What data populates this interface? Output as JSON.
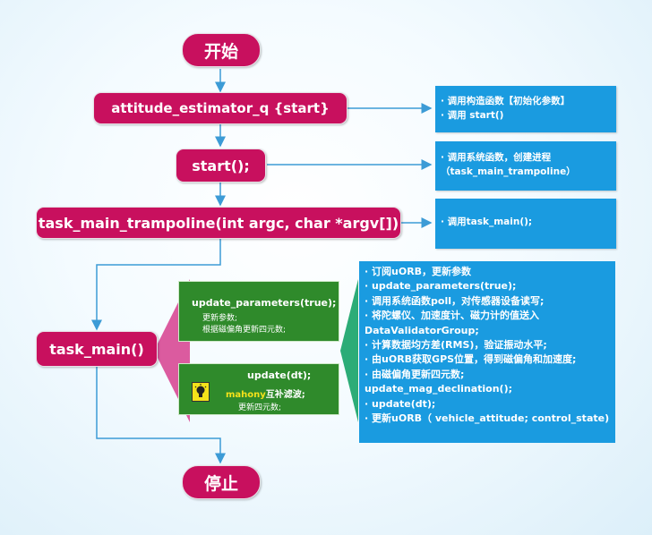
{
  "nodes": {
    "start": "开始",
    "attitude_estimator": "attitude_estimator_q {start}",
    "start_call": "start();",
    "task_main_trampoline": "task_main_trampoline(int argc, char *argv[])",
    "task_main": "task_main()",
    "stop": "停止"
  },
  "notes": {
    "n1": [
      "· 调用构造函数【初始化参数】",
      "· 调用 start()"
    ],
    "n2": [
      "· 调用系统函数，创建进程",
      "（task_main_trampoline）"
    ],
    "n3": [
      "· 调用task_main();"
    ]
  },
  "green_boxes": {
    "update_params": {
      "title": "update_parameters(true);",
      "lines": [
        "更新参数;",
        "根据磁偏角更新四元数;"
      ]
    },
    "update_dt": {
      "title": "update(dt);",
      "highlight": "mahony",
      "highlight_rest": "互补滤波;",
      "line": "更新四元数;"
    }
  },
  "task_details": [
    "· 订阅uORB，更新参数",
    "· update_parameters(true);",
    "· 调用系统函数poll，对传感器设备读写;",
    "· 将陀螺仪、加速度计、磁力计的值送入",
    "   DataValidatorGroup;",
    "· 计算数据均方差(RMS)，验证振动水平;",
    "· 由uORB获取GPS位置，得到磁偏角和加速度;",
    "· 由磁偏角更新四元数;",
    "   update_mag_declination();",
    "· update(dt);",
    "· 更新uORB（ vehicle_attitude; control_state)"
  ],
  "colors": {
    "node": "#c8105e",
    "note": "#1a9be0",
    "green": "#2f8a2b",
    "arrow": "#3c9bd6",
    "wedge_green": "#21a870",
    "wedge_pink": "#d9529a"
  },
  "icons": {
    "bulb": "lightbulb-icon"
  }
}
